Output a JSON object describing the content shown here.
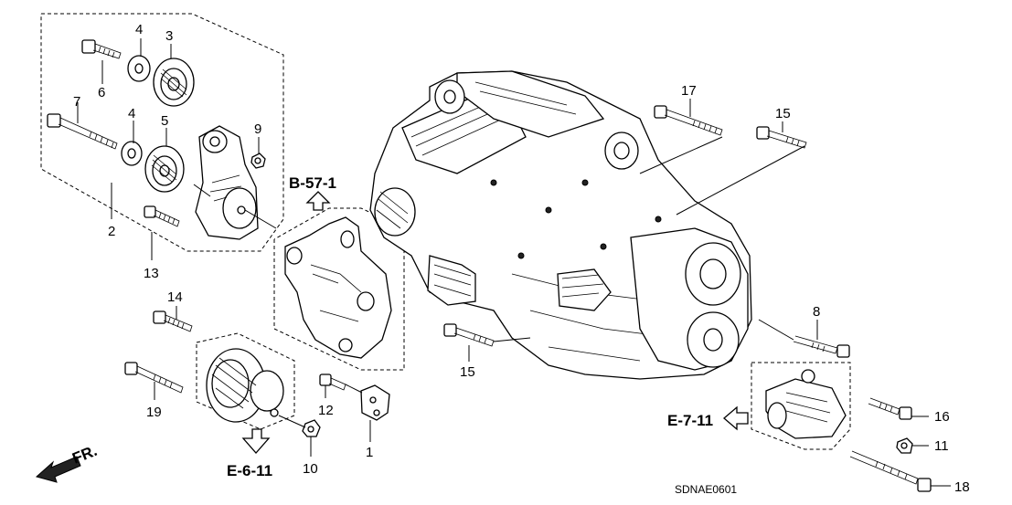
{
  "callouts": {
    "c1": "1",
    "c2": "2",
    "c3": "3",
    "c4a": "4",
    "c4b": "4",
    "c5": "5",
    "c6": "6",
    "c7": "7",
    "c8": "8",
    "c9": "9",
    "c10": "10",
    "c11": "11",
    "c12": "12",
    "c13": "13",
    "c14": "14",
    "c15a": "15",
    "c15b": "15",
    "c16": "16",
    "c17": "17",
    "c18": "18",
    "c19": "19"
  },
  "references": {
    "b57": "B-57-1",
    "e611": "E-6-11",
    "e711": "E-7-11"
  },
  "front_label": "FR.",
  "diagram_code": "SDNAE0601"
}
